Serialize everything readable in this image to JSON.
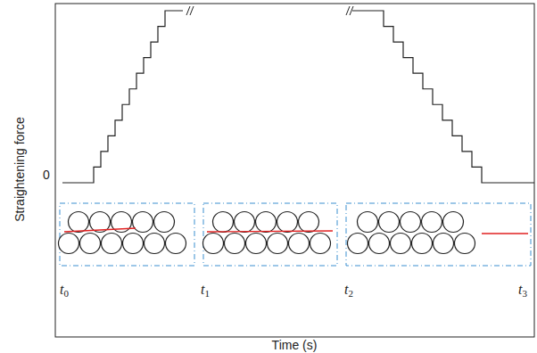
{
  "diagram": {
    "labels": [
      "Straightening force",
      "0",
      "t0",
      "t1",
      "t2",
      "t3",
      "Time (s)"
    ]
  }
}
